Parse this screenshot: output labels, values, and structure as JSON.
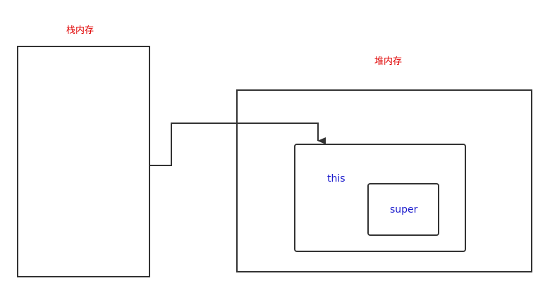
{
  "stack": {
    "title": "栈内存"
  },
  "heap": {
    "title": "堆内存",
    "this_label": "this",
    "super_label": "super"
  },
  "colors": {
    "title_red": "#e00000",
    "label_blue": "#1a1acc",
    "stroke": "#333333"
  }
}
